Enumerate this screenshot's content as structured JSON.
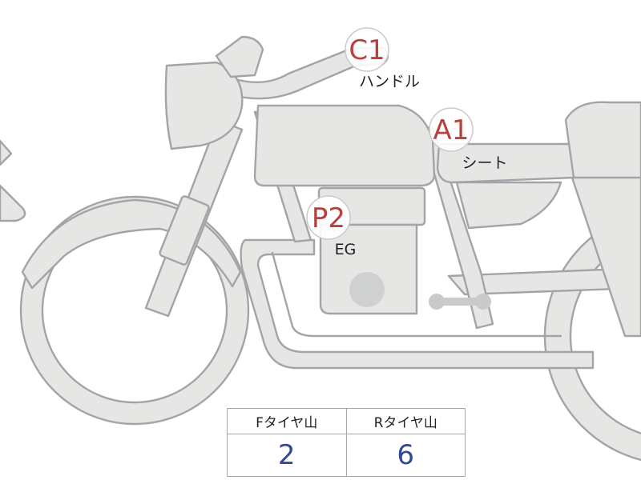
{
  "markers": [
    {
      "id": "c1",
      "code": "C1",
      "label": "ハンドル"
    },
    {
      "id": "a1",
      "code": "A1",
      "label": "シート"
    },
    {
      "id": "p2",
      "code": "P2",
      "label": "EG"
    }
  ],
  "tire_table": {
    "headers": [
      "Fタイヤ山",
      "Rタイヤ山"
    ],
    "values": [
      "2",
      "6"
    ]
  },
  "colors": {
    "body_fill": "#e6e7e5",
    "outline": "#a2a5a8",
    "marker_code": "#b5423e",
    "table_value": "#2e4a93"
  }
}
